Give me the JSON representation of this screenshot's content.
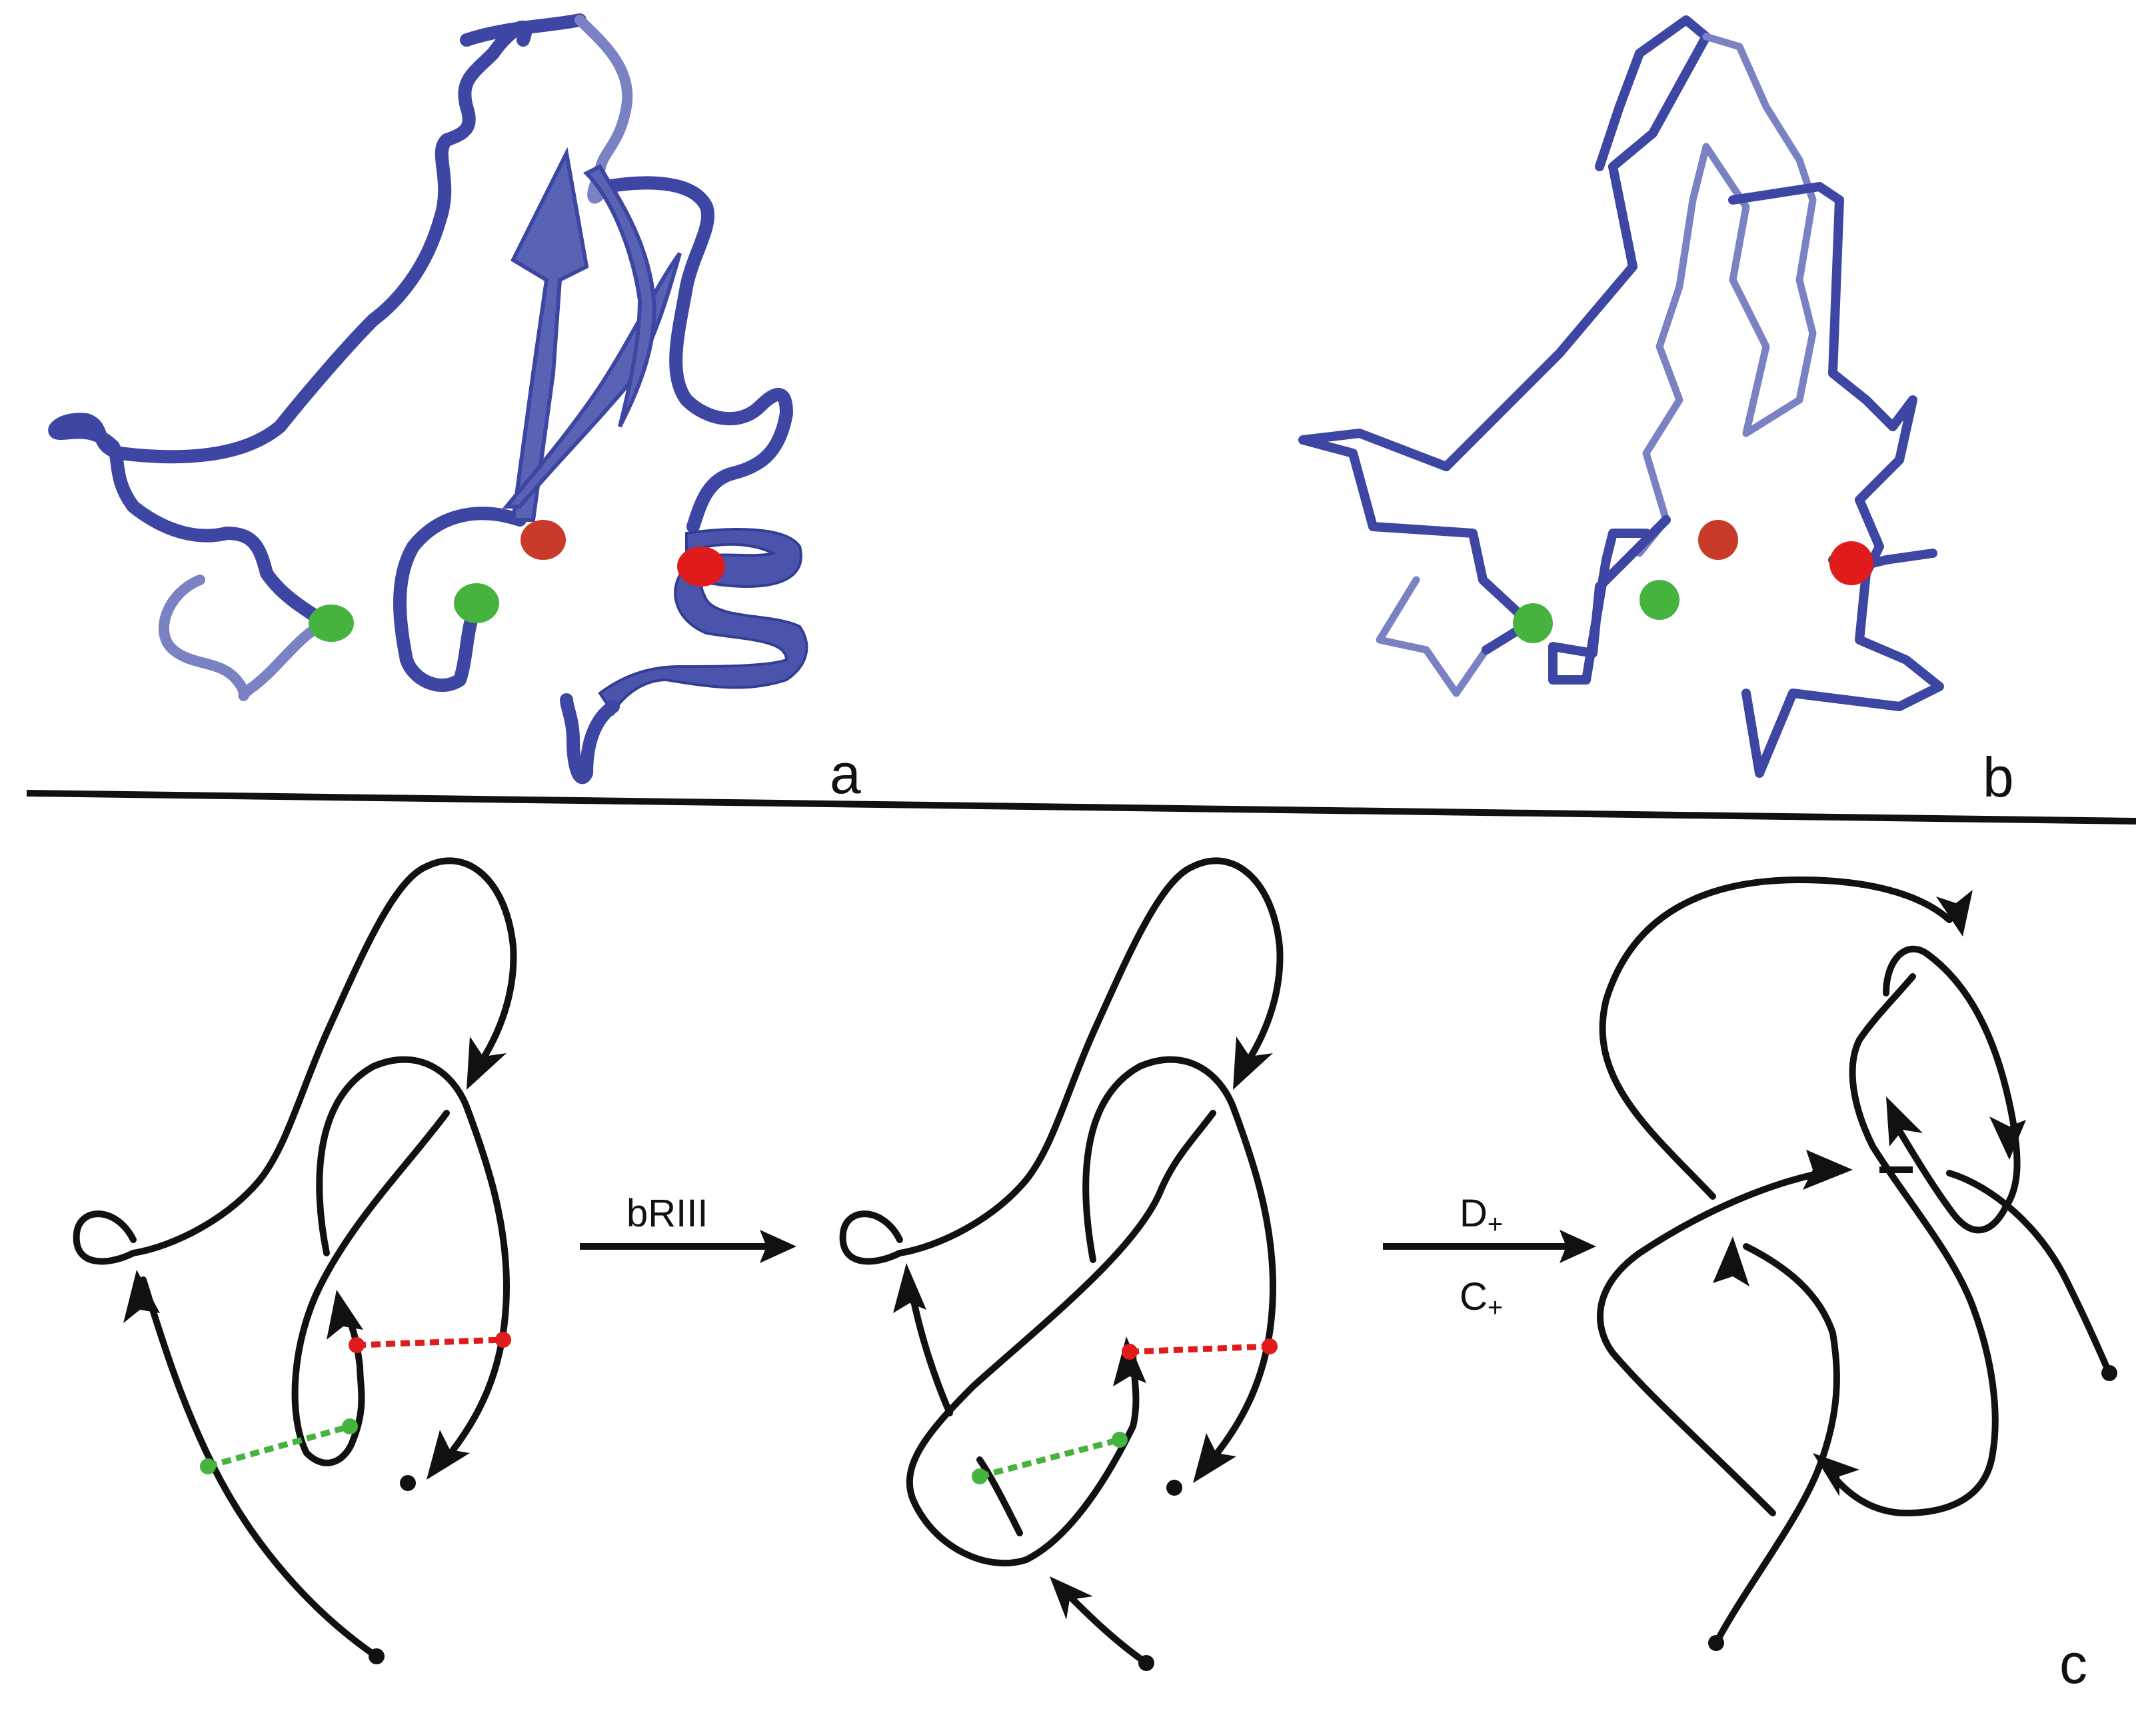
{
  "panels": {
    "a": "a",
    "b": "b",
    "c": "c"
  },
  "moves": {
    "first": "bRIII",
    "second_top": "D",
    "second_top_sub": "+",
    "second_bottom": "C",
    "second_bottom_sub": "+"
  },
  "colors": {
    "protein": "#3d47a3",
    "green_marker": "#46b33f",
    "red_marker": "#e01b1b",
    "diagram_ink": "#111111"
  }
}
